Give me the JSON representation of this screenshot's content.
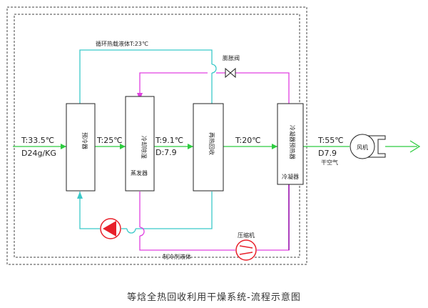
{
  "labels": {
    "circulating_fluid": "循环热载液体T:23℃",
    "expansion_valve": "膨胀阀",
    "compressor": "压缩机",
    "refrigerant_liquid": "制冷剂液体",
    "dry_air": "干空气",
    "fan": "风机"
  },
  "equipment": {
    "precooler": "预冷器",
    "evaporator_top": "冷却除湿",
    "evaporator_bottom": "蒸发器",
    "reheater": "再热回收",
    "condenser_top": "冷凝器预热器",
    "condenser_bottom": "冷凝器"
  },
  "streams": {
    "inlet_temp": "T:33.5℃",
    "inlet_humidity": "D24g/KG",
    "after_precooler_temp": "T:25℃",
    "after_evaporator_temp": "T:9.1℃",
    "after_evaporator_humidity": "D:7.9",
    "after_reheater_temp": "T:20℃",
    "outlet_temp": "T:55℃",
    "outlet_humidity": "D7.9"
  },
  "caption": "等焓全热回收利用干燥系统-流程示意图",
  "colors": {
    "air_flow": "#2ecc40",
    "heat_transfer_fluid": "#3bc9c9",
    "refrigerant": "#e040e0",
    "refrigerant_liquid": "#9b1fb0",
    "pump": "#e8202a"
  }
}
